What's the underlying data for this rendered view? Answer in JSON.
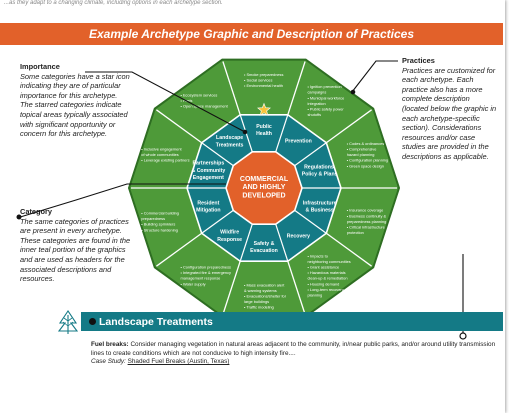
{
  "header": {
    "top_text": "...as they adapt to a changing climate, including options in each archetype section.",
    "banner_title": "Example Archetype Graphic and Description of Practices"
  },
  "importance": {
    "title": "Importance",
    "body": "Some categories have a star icon indicating they are of particular importance for this archetype. The starred categories indicate topical areas typically associated with significant opportunity or concern for this archetype."
  },
  "category": {
    "title": "Category",
    "body": "The same categories of practices are present in every archetype. These categories are found in the inner teal portion of the graphics and are used as headers for the associated descriptions and resources."
  },
  "practices": {
    "title": "Practices",
    "body": "Practices are customized for each archetype. Each practice also has a more complete description (located below the graphic in each archetype-specific section). Considerations resources and/or case studies are provided in the descriptions as applicable."
  },
  "center": {
    "line1": "COMMERCIAL",
    "line2": "AND HIGHLY",
    "line3": "DEVELOPED"
  },
  "categories": [
    {
      "line1": "Public",
      "line2": "Health"
    },
    {
      "line1": "Prevention",
      "line2": ""
    },
    {
      "line1": "Regulations,",
      "line2": "Policy & Plans"
    },
    {
      "line1": "Infrastructure",
      "line2": "& Business"
    },
    {
      "line1": "Recovery",
      "line2": ""
    },
    {
      "line1": "Safety &",
      "line2": "Evacuation"
    },
    {
      "line1": "Wildfire",
      "line2": "Response"
    },
    {
      "line1": "Resident",
      "line2": "Mitigation"
    },
    {
      "line1": "Partnerships",
      "line2": "& Community",
      "line3": "Engagement"
    },
    {
      "line1": "Landscape",
      "line2": "Treatments"
    }
  ],
  "practice_lists": [
    [
      "• Smoke preparedness",
      "• Social services",
      "• Environmental health"
    ],
    [
      "• Ignition prevention",
      "  campaigns",
      "• Municipal workforce",
      "  integration",
      "• Public safety power",
      "  shutoffs"
    ],
    [
      "• Codes & ordinances",
      "• Comprehensive",
      "  hazard planning",
      "• Configuration planning",
      "• Green space design"
    ],
    [
      "• Insurance coverage",
      "• Business continuity &",
      "  preparedness planning",
      "• Critical infrastructure",
      "  protection"
    ],
    [
      "• Impacts to",
      "  neighboring communities",
      "• Grant assistance",
      "• Hazardous materials",
      "  clean-up & remediation",
      "• Housing demand",
      "• Long-term recovery",
      "  planning"
    ],
    [
      "• Mass evacuation alert",
      "  & warning systems",
      "• Evacuations/shelter for",
      "  large buildings",
      "• Traffic modeling"
    ],
    [
      "• Configuration preparedness",
      "• Integrated fire & emergency",
      "  management response",
      "• Water supply"
    ],
    [
      "• Commercial building",
      "  preparedness",
      "• Building sprinklers",
      "• Structure hardening"
    ],
    [
      "• Inclusive engagement",
      "  of whole communities",
      "• Leverage existing partners"
    ],
    [
      "• Ecosystem services",
      "• Fuels",
      "• Open space management"
    ]
  ],
  "landscape": {
    "title": "Landscape Treatments",
    "desc_label": "Fuel breaks:",
    "desc_text": "Consider managing vegetation in natural areas adjacent to the community, in/near public parks, and/or around utility transmission lines to create conditions which are not conducive to high intensity fire....",
    "case_label": "Case Study:",
    "case_link": "Shaded Fuel Breaks (Austin, Texas)"
  },
  "colors": {
    "banner": "#e2612a",
    "outer_ring": "#4e9a39",
    "outer_ring_dark": "#2e6e22",
    "inner_ring": "#147a86",
    "center": "#e2612a",
    "star": "#f6c33b"
  }
}
